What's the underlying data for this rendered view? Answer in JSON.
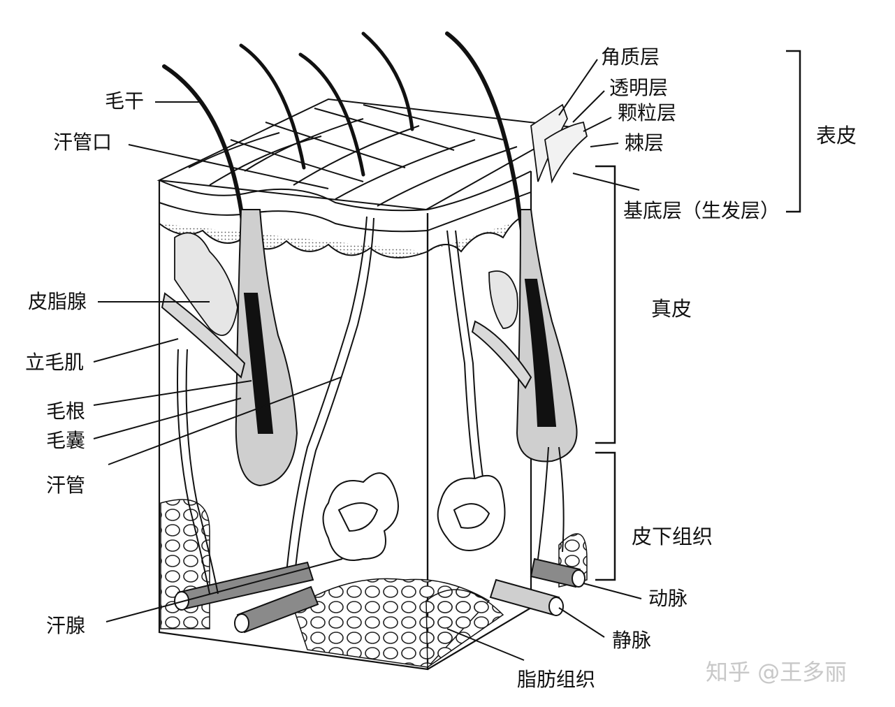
{
  "labels": {
    "hair_shaft": "毛干",
    "pore": "汗管口",
    "sebaceous_gland": "皮脂腺",
    "arrector_pili": "立毛肌",
    "hair_root": "毛根",
    "hair_follicle": "毛囊",
    "sweat_duct": "汗管",
    "sweat_gland": "汗腺",
    "stratum_corneum": "角质层",
    "stratum_lucidum": "透明层",
    "stratum_granulosum": "颗粒层",
    "stratum_spinosum": "棘层",
    "stratum_basale": "基底层（生发层）",
    "epidermis": "表皮",
    "dermis": "真皮",
    "hypodermis": "皮下组织",
    "artery": "动脉",
    "vein": "静脉",
    "adipose": "脂肪组织"
  },
  "watermark": "知乎 @王多丽",
  "colors": {
    "ink": "#111111",
    "shade": "#9a9a9a",
    "light_shade": "#d6d6d6"
  }
}
